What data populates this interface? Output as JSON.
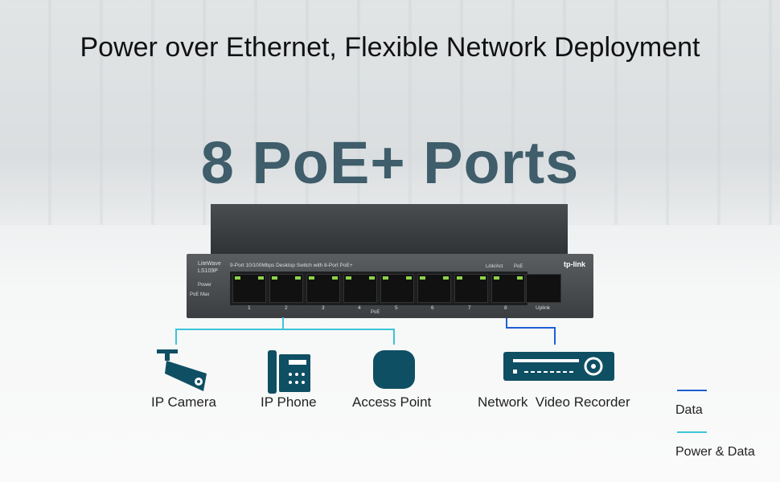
{
  "headline": "Power over Ethernet, Flexible Network Deployment",
  "feature": "8 PoE+ Ports",
  "switch": {
    "series": "LiteWave",
    "model": "LS109P",
    "description": "9-Port 10/100Mbps Desktop Switch with 8-Port PoE+",
    "brand": "tp-link",
    "led_power": "Power",
    "led_poemax": "PoE Max",
    "link_act": "Link/Act",
    "poe_led": "PoE",
    "port_numbers": [
      "1",
      "2",
      "3",
      "4",
      "5",
      "6",
      "7",
      "8"
    ],
    "uplink": "Uplink",
    "poe_group": "PoE"
  },
  "devices": [
    {
      "label": "IP Camera"
    },
    {
      "label": "IP Phone"
    },
    {
      "label": "Access Point"
    },
    {
      "label": "Network  Video Recorder"
    }
  ],
  "legend": [
    {
      "label": "Data",
      "color": "#1f5fd6"
    },
    {
      "label": "Power & Data",
      "color": "#3cc4d8"
    }
  ]
}
